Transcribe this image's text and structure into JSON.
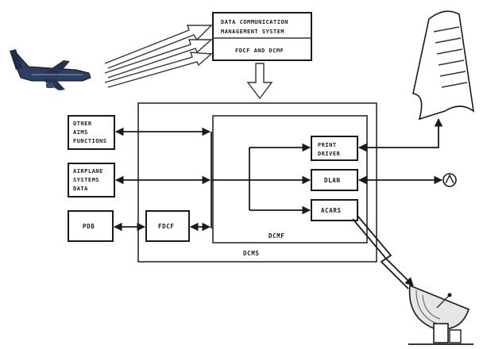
{
  "dcms_top": {
    "line1": "DATA COMMUNICATION",
    "line2": "MANAGEMENT SYSTEM",
    "line3": "FDCF AND DCMF"
  },
  "boxes": {
    "other_aims": [
      "OTHER",
      "AIMS",
      "FUNCTIONS"
    ],
    "airplane_systems": [
      "AIRPLANE",
      "SYSTEMS",
      "DATA"
    ],
    "pdb": "PDB",
    "fdcf": "FDCF",
    "print_driver": [
      "PRINT",
      "DRIVER"
    ],
    "dlan": "DLAN",
    "acars": "ACARS"
  },
  "regions": {
    "dcmf": "DCMF",
    "dcms": "DCMS"
  },
  "icons": [
    "airplane-icon",
    "printout-paper-icon",
    "satellite-dish-icon",
    "antenna-terminal-icon"
  ]
}
